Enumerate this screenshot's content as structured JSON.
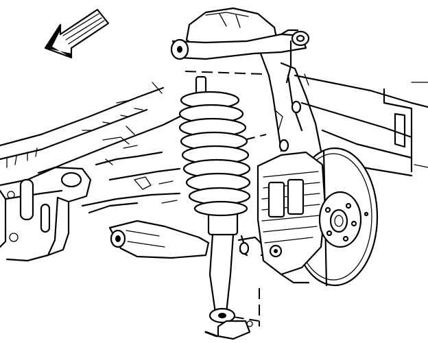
{
  "diagram": {
    "colors": {
      "ink": "#000000",
      "paper": "#ffffff"
    },
    "icons": [
      "direction-arrow-icon"
    ],
    "parts": [
      "front-direction-arrow",
      "frame-rail",
      "upper-control-arm",
      "coil-spring",
      "shock-absorber",
      "steering-knuckle",
      "brake-caliper",
      "brake-rotor",
      "wheel-hub",
      "lower-control-arm",
      "stabilizer-link",
      "lower-mount-bushing"
    ]
  }
}
